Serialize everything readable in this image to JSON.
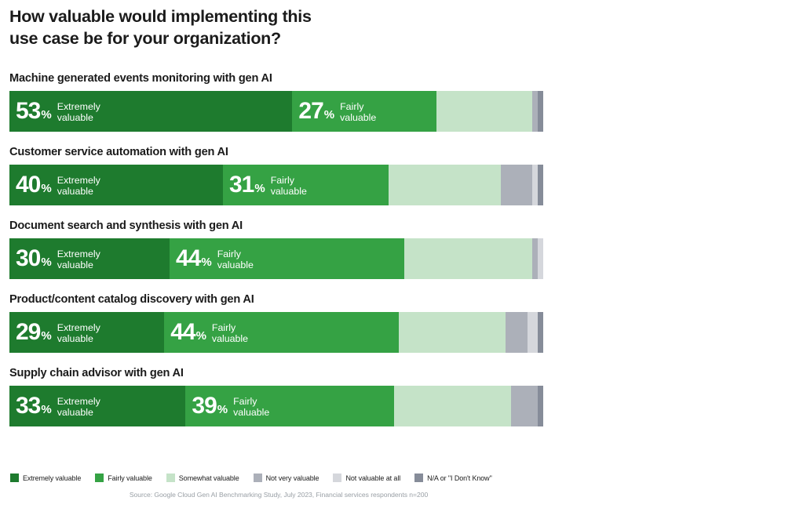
{
  "title": "How valuable would implementing this\nuse case be for your organization?",
  "colors": {
    "extremely_valuable": "#1E7B2E",
    "fairly_valuable": "#35A244",
    "somewhat_valuable": "#C5E3C8",
    "not_very_valuable": "#ACB0B9",
    "not_valuable_at_all": "#D5D7DC",
    "na_dont_know": "#868C99",
    "title_text": "#1B1B1B",
    "source_text": "#9AA0A6"
  },
  "legend": {
    "items": [
      {
        "label": "Extremely valuable",
        "color_key": "extremely_valuable"
      },
      {
        "label": "Fairly valuable",
        "color_key": "fairly_valuable"
      },
      {
        "label": "Somewhat valuable",
        "color_key": "somewhat_valuable"
      },
      {
        "label": "Not very valuable",
        "color_key": "not_very_valuable"
      },
      {
        "label": "Not valuable at all",
        "color_key": "not_valuable_at_all"
      },
      {
        "label": "N/A or \"I Don't Know\"",
        "color_key": "na_dont_know"
      }
    ]
  },
  "source": "Source: Google Cloud Gen AI Benchmarking Study, July 2023, Financial services respondents n=200",
  "chart_data": {
    "type": "bar",
    "title": "How valuable would implementing this use case be for your organization?",
    "subtitle": "",
    "xlabel": "",
    "ylabel": "",
    "orientation": "horizontal",
    "stacked": true,
    "units": "percent",
    "xlim": [
      0,
      100
    ],
    "grid": false,
    "legend_position": "bottom",
    "categories": [
      "Machine generated events monitoring with gen AI",
      "Customer service automation with gen AI",
      "Document search and synthesis with gen AI",
      "Product/content catalog discovery with gen AI",
      "Supply chain advisor with gen AI"
    ],
    "series": [
      {
        "name": "Extremely valuable",
        "values": [
          53,
          40,
          30,
          29,
          33
        ]
      },
      {
        "name": "Fairly valuable",
        "values": [
          27,
          31,
          44,
          44,
          39
        ]
      },
      {
        "name": "Somewhat valuable",
        "values": [
          18,
          21,
          24,
          20,
          22
        ]
      },
      {
        "name": "Not very valuable",
        "values": [
          1,
          6,
          1,
          4,
          5
        ]
      },
      {
        "name": "Not valuable at all",
        "values": [
          0,
          1,
          1,
          2,
          0
        ]
      },
      {
        "name": "N/A or \"I Don't Know\"",
        "values": [
          1,
          1,
          0,
          1,
          1
        ]
      }
    ],
    "annotations": [
      "53% Extremely valuable",
      "27% Fairly valuable",
      "40% Extremely valuable",
      "31% Fairly valuable",
      "30% Extremely valuable",
      "44% Fairly valuable",
      "29% Extremely valuable",
      "44% Fairly valuable",
      "33% Extremely valuable",
      "39% Fairly valuable"
    ]
  },
  "bars": [
    {
      "label": "Machine generated events monitoring with gen AI",
      "segments": [
        {
          "pct": "53",
          "sign": "%",
          "text": "Extremely\nvaluable",
          "width": 53,
          "color_key": "extremely_valuable",
          "labeled": true
        },
        {
          "pct": "27",
          "sign": "%",
          "text": "Fairly\nvaluable",
          "width": 27,
          "color_key": "fairly_valuable",
          "labeled": true
        },
        {
          "pct": "18",
          "sign": "%",
          "text": "",
          "width": 18,
          "color_key": "somewhat_valuable",
          "labeled": false
        },
        {
          "pct": "1",
          "sign": "%",
          "text": "",
          "width": 1,
          "color_key": "not_very_valuable",
          "labeled": false
        },
        {
          "pct": "1",
          "sign": "%",
          "text": "",
          "width": 1,
          "color_key": "na_dont_know",
          "labeled": false
        }
      ]
    },
    {
      "label": "Customer service automation with gen AI",
      "segments": [
        {
          "pct": "40",
          "sign": "%",
          "text": "Extremely\nvaluable",
          "width": 40,
          "color_key": "extremely_valuable",
          "labeled": true
        },
        {
          "pct": "31",
          "sign": "%",
          "text": "Fairly\nvaluable",
          "width": 31,
          "color_key": "fairly_valuable",
          "labeled": true
        },
        {
          "pct": "21",
          "sign": "%",
          "text": "",
          "width": 21,
          "color_key": "somewhat_valuable",
          "labeled": false
        },
        {
          "pct": "6",
          "sign": "%",
          "text": "",
          "width": 6,
          "color_key": "not_very_valuable",
          "labeled": false
        },
        {
          "pct": "1",
          "sign": "%",
          "text": "",
          "width": 1,
          "color_key": "not_valuable_at_all",
          "labeled": false
        },
        {
          "pct": "1",
          "sign": "%",
          "text": "",
          "width": 1,
          "color_key": "na_dont_know",
          "labeled": false
        }
      ]
    },
    {
      "label": "Document search and synthesis with gen AI",
      "segments": [
        {
          "pct": "30",
          "sign": "%",
          "text": "Extremely\nvaluable",
          "width": 30,
          "color_key": "extremely_valuable",
          "labeled": true
        },
        {
          "pct": "44",
          "sign": "%",
          "text": "Fairly\nvaluable",
          "width": 44,
          "color_key": "fairly_valuable",
          "labeled": true
        },
        {
          "pct": "24",
          "sign": "%",
          "text": "",
          "width": 24,
          "color_key": "somewhat_valuable",
          "labeled": false
        },
        {
          "pct": "1",
          "sign": "%",
          "text": "",
          "width": 1,
          "color_key": "not_very_valuable",
          "labeled": false
        },
        {
          "pct": "1",
          "sign": "%",
          "text": "",
          "width": 1,
          "color_key": "not_valuable_at_all",
          "labeled": false
        }
      ]
    },
    {
      "label": "Product/content catalog discovery with gen AI",
      "segments": [
        {
          "pct": "29",
          "sign": "%",
          "text": "Extremely\nvaluable",
          "width": 29,
          "color_key": "extremely_valuable",
          "labeled": true
        },
        {
          "pct": "44",
          "sign": "%",
          "text": "Fairly\nvaluable",
          "width": 44,
          "color_key": "fairly_valuable",
          "labeled": true
        },
        {
          "pct": "20",
          "sign": "%",
          "text": "",
          "width": 20,
          "color_key": "somewhat_valuable",
          "labeled": false
        },
        {
          "pct": "4",
          "sign": "%",
          "text": "",
          "width": 4,
          "color_key": "not_very_valuable",
          "labeled": false
        },
        {
          "pct": "2",
          "sign": "%",
          "text": "",
          "width": 2,
          "color_key": "not_valuable_at_all",
          "labeled": false
        },
        {
          "pct": "1",
          "sign": "%",
          "text": "",
          "width": 1,
          "color_key": "na_dont_know",
          "labeled": false
        }
      ]
    },
    {
      "label": "Supply chain advisor with gen AI",
      "segments": [
        {
          "pct": "33",
          "sign": "%",
          "text": "Extremely\nvaluable",
          "width": 33,
          "color_key": "extremely_valuable",
          "labeled": true
        },
        {
          "pct": "39",
          "sign": "%",
          "text": "Fairly\nvaluable",
          "width": 39,
          "color_key": "fairly_valuable",
          "labeled": true
        },
        {
          "pct": "22",
          "sign": "%",
          "text": "",
          "width": 22,
          "color_key": "somewhat_valuable",
          "labeled": false
        },
        {
          "pct": "5",
          "sign": "%",
          "text": "",
          "width": 5,
          "color_key": "not_very_valuable",
          "labeled": false
        },
        {
          "pct": "1",
          "sign": "%",
          "text": "",
          "width": 1,
          "color_key": "na_dont_know",
          "labeled": false
        }
      ]
    }
  ]
}
